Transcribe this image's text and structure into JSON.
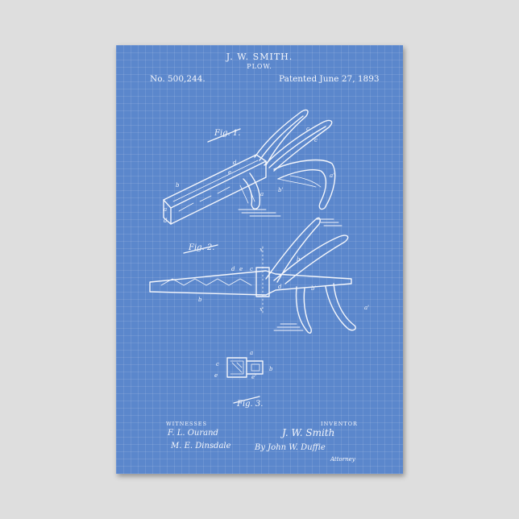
{
  "header": {
    "title": "J. W. SMITH.",
    "subtitle": "PLOW.",
    "patent_number": "No. 500,244.",
    "patent_date": "Patented June 27, 1893"
  },
  "figures": {
    "fig1_label": "Fig. 1.",
    "fig2_label": "Fig. 2.",
    "fig3_label": "Fig. 3."
  },
  "footer": {
    "witnesses_label": "WITNESSES",
    "inventor_label": "INVENTOR",
    "witness1_signature": "F. L. Ourand",
    "witness2_signature": "M. E. Dinsdale",
    "inventor_signature": "J. W. Smith",
    "attorney_signature": "By John W. Duffie",
    "attorney_label": "Attorney"
  },
  "colors": {
    "blueprint": "#5b87cc",
    "ink": "#f4f6fb",
    "wall": "#dedede"
  }
}
